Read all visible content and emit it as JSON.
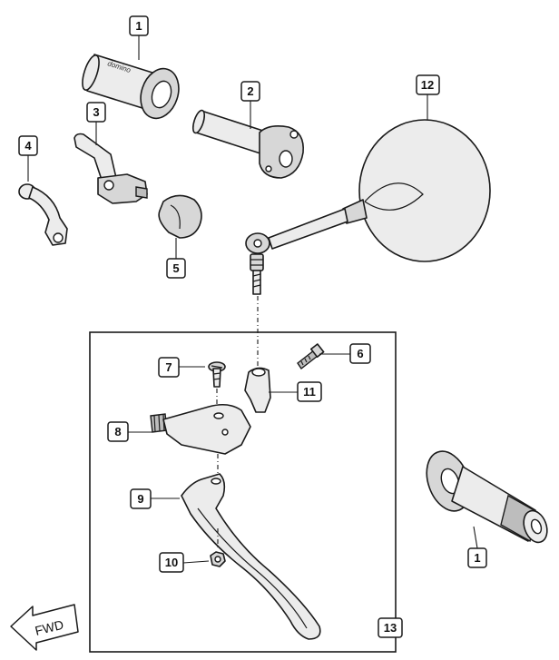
{
  "callouts": {
    "c1_top": "1",
    "c1_bottom": "1",
    "c2": "2",
    "c3": "3",
    "c4": "4",
    "c5": "5",
    "c6": "6",
    "c7": "7",
    "c8": "8",
    "c9": "9",
    "c10": "10",
    "c11": "11",
    "c12": "12",
    "c13": "13"
  },
  "grip_brand": "domino",
  "direction_arrow": "FWD",
  "icons": [
    "fwd-arrow-icon"
  ]
}
